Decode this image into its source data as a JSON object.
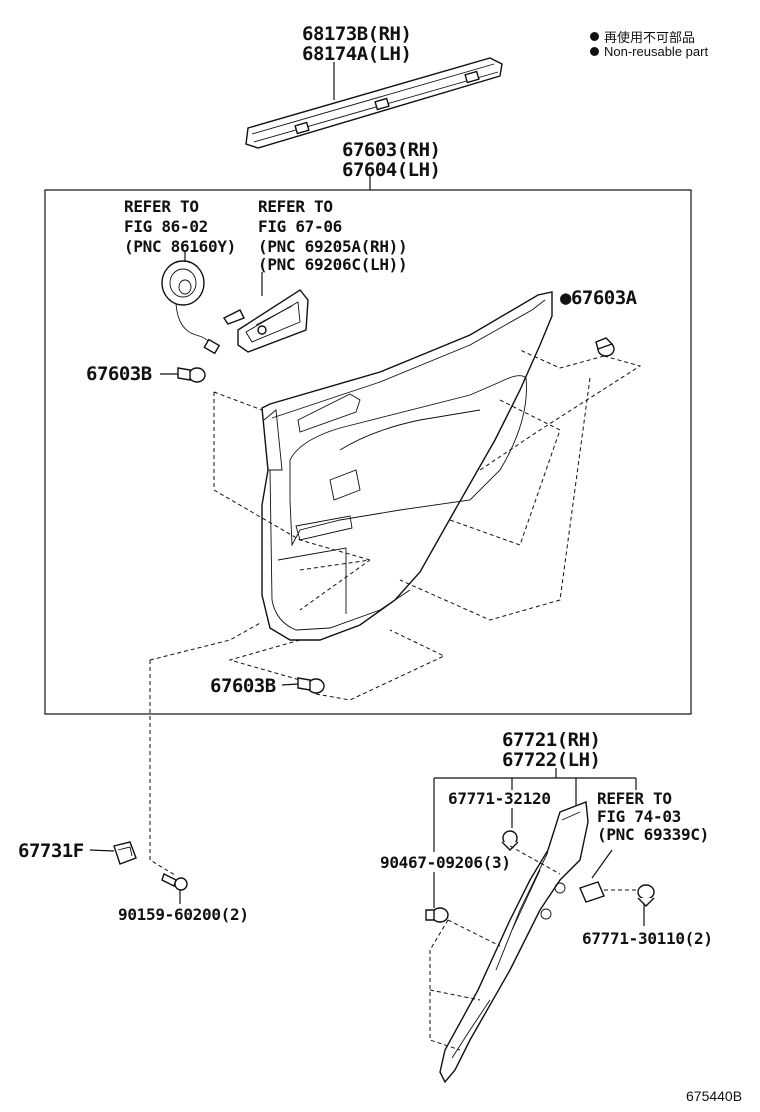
{
  "legend": [
    {
      "text": "再使用不可部品"
    },
    {
      "text": "Non-reusable part"
    }
  ],
  "labels": {
    "belt_molding": [
      "68173B(RH)",
      "68174A(LH)"
    ],
    "door_trim": [
      "67603(RH)",
      "67604(LH)"
    ],
    "refer_speaker": [
      "REFER TO",
      "FIG 86-02",
      "(PNC 86160Y)"
    ],
    "refer_handle": [
      "REFER TO",
      "FIG 67-06",
      "(PNC 69205A(RH))",
      "(PNC 69206C(LH))"
    ],
    "clip_a": "●67603A",
    "clip_b_upper": "67603B",
    "clip_b_lower": "67603B",
    "pillar_trim": [
      "67721(RH)",
      "67722(LH)"
    ],
    "clip_32120": "67771-32120",
    "refer_pillar": [
      "REFER TO",
      "FIG 74-03",
      "(PNC 69339C)"
    ],
    "clip_90467": "90467-09206(3)",
    "clip_30110": "67771-30110(2)",
    "retainer": "67731F",
    "screw": "90159-60200(2)"
  },
  "figure_id": "675440B"
}
